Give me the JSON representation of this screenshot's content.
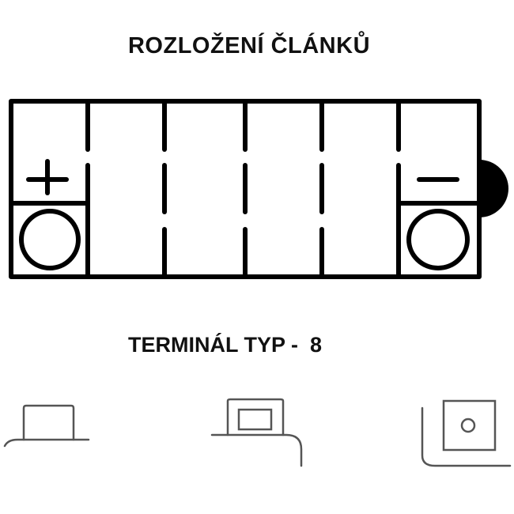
{
  "title": "ROZLOŽENÍ ČLÁNKŮ",
  "terminal_label": "TERMINÁL TYP -  8",
  "battery": {
    "cells": 6,
    "positive_symbol": "+",
    "negative_symbol": "−"
  },
  "colors": {
    "battery_stroke": "#000000",
    "terminal_stroke": "#555555"
  }
}
